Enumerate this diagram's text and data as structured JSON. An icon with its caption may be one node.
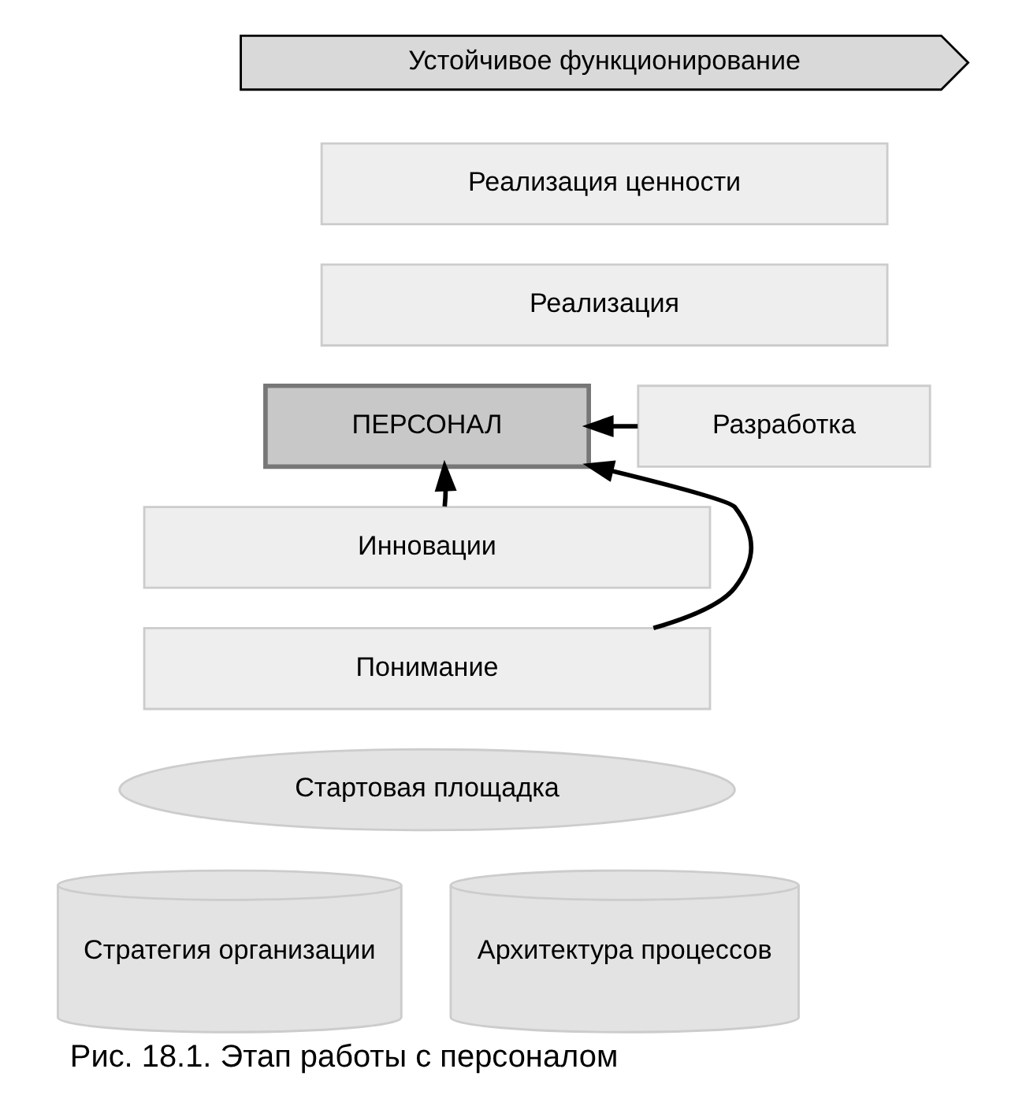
{
  "diagram": {
    "caption": "Рис. 18.1. Этап работы с персоналом",
    "nodes": [
      {
        "text": [
          "Устойчивое функционирование"
        ]
      },
      {
        "text": [
          "Реализация ценности"
        ]
      },
      {
        "text": [
          "Реализация"
        ]
      },
      {
        "text": [
          "ПЕРСОНАЛ"
        ]
      },
      {
        "text": [
          "Разработка"
        ]
      },
      {
        "text": [
          "Инновации"
        ]
      },
      {
        "text": [
          "Понимание"
        ]
      },
      {
        "text": [
          "Стартовая площадка"
        ]
      },
      {
        "text": [
          "Стратегия организации"
        ]
      },
      {
        "text": [
          "Архитектура процессов"
        ]
      }
    ],
    "edges": [
      {
        "from": 4,
        "to": 3,
        "arrow": "to"
      },
      {
        "from": 5,
        "to": 3,
        "arrow": "to"
      },
      {
        "from": 6,
        "to": 3,
        "arrow": "to"
      }
    ]
  }
}
